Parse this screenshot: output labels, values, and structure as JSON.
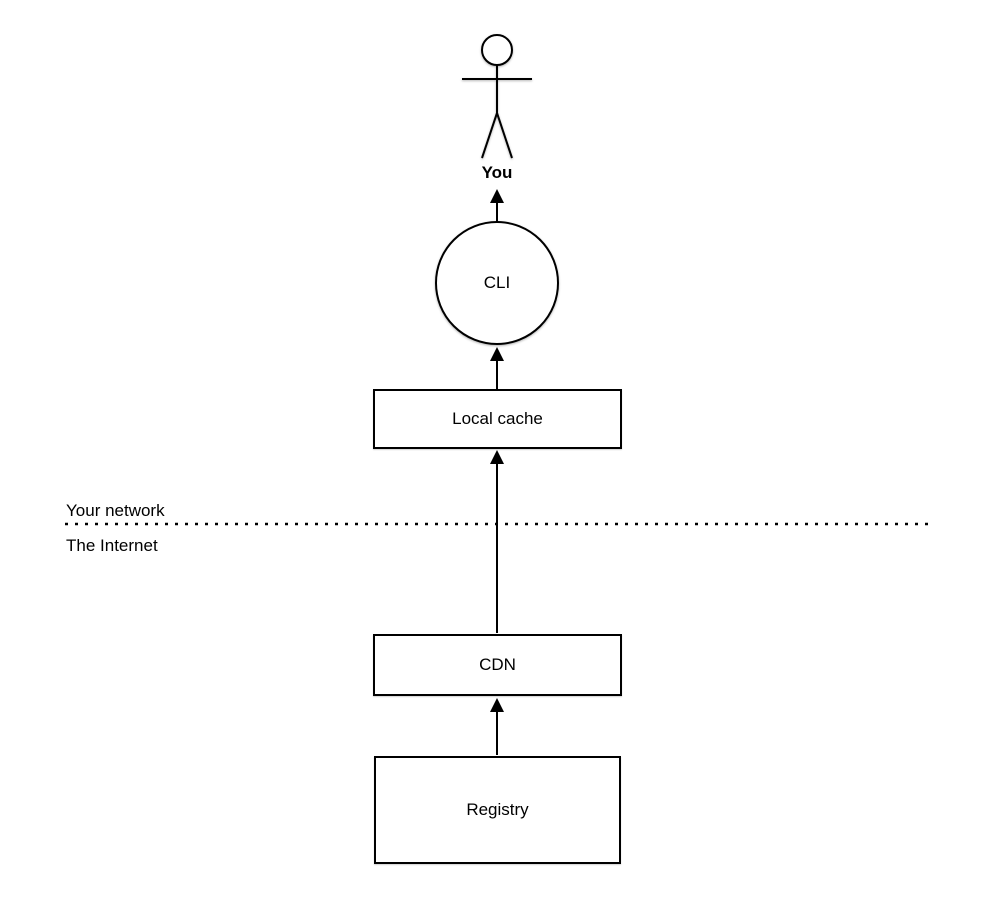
{
  "diagram": {
    "actor": {
      "label": "You"
    },
    "nodes": [
      {
        "id": "cli",
        "shape": "circle",
        "label": "CLI"
      },
      {
        "id": "local-cache",
        "shape": "rect",
        "label": "Local cache"
      },
      {
        "id": "cdn",
        "shape": "rect",
        "label": "CDN"
      },
      {
        "id": "registry",
        "shape": "rect",
        "label": "Registry"
      }
    ],
    "edges": [
      {
        "from": "registry",
        "to": "cdn",
        "direction": "up"
      },
      {
        "from": "cdn",
        "to": "local-cache",
        "direction": "up",
        "crosses_boundary": true
      },
      {
        "from": "local-cache",
        "to": "cli",
        "direction": "up"
      },
      {
        "from": "cli",
        "to": "you",
        "direction": "up"
      }
    ],
    "boundary": {
      "label_above": "Your network",
      "label_below": "The Internet",
      "style": "dotted"
    },
    "colors": {
      "stroke": "#000000",
      "fill": "#ffffff",
      "text": "#000000",
      "background": "#ffffff"
    }
  }
}
